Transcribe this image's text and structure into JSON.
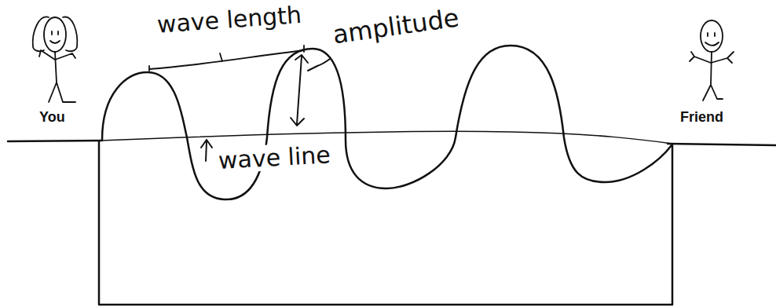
{
  "diagram": {
    "labels": [
      "wave length",
      "amplitude",
      "You",
      "Friend",
      "wave line"
    ]
  }
}
